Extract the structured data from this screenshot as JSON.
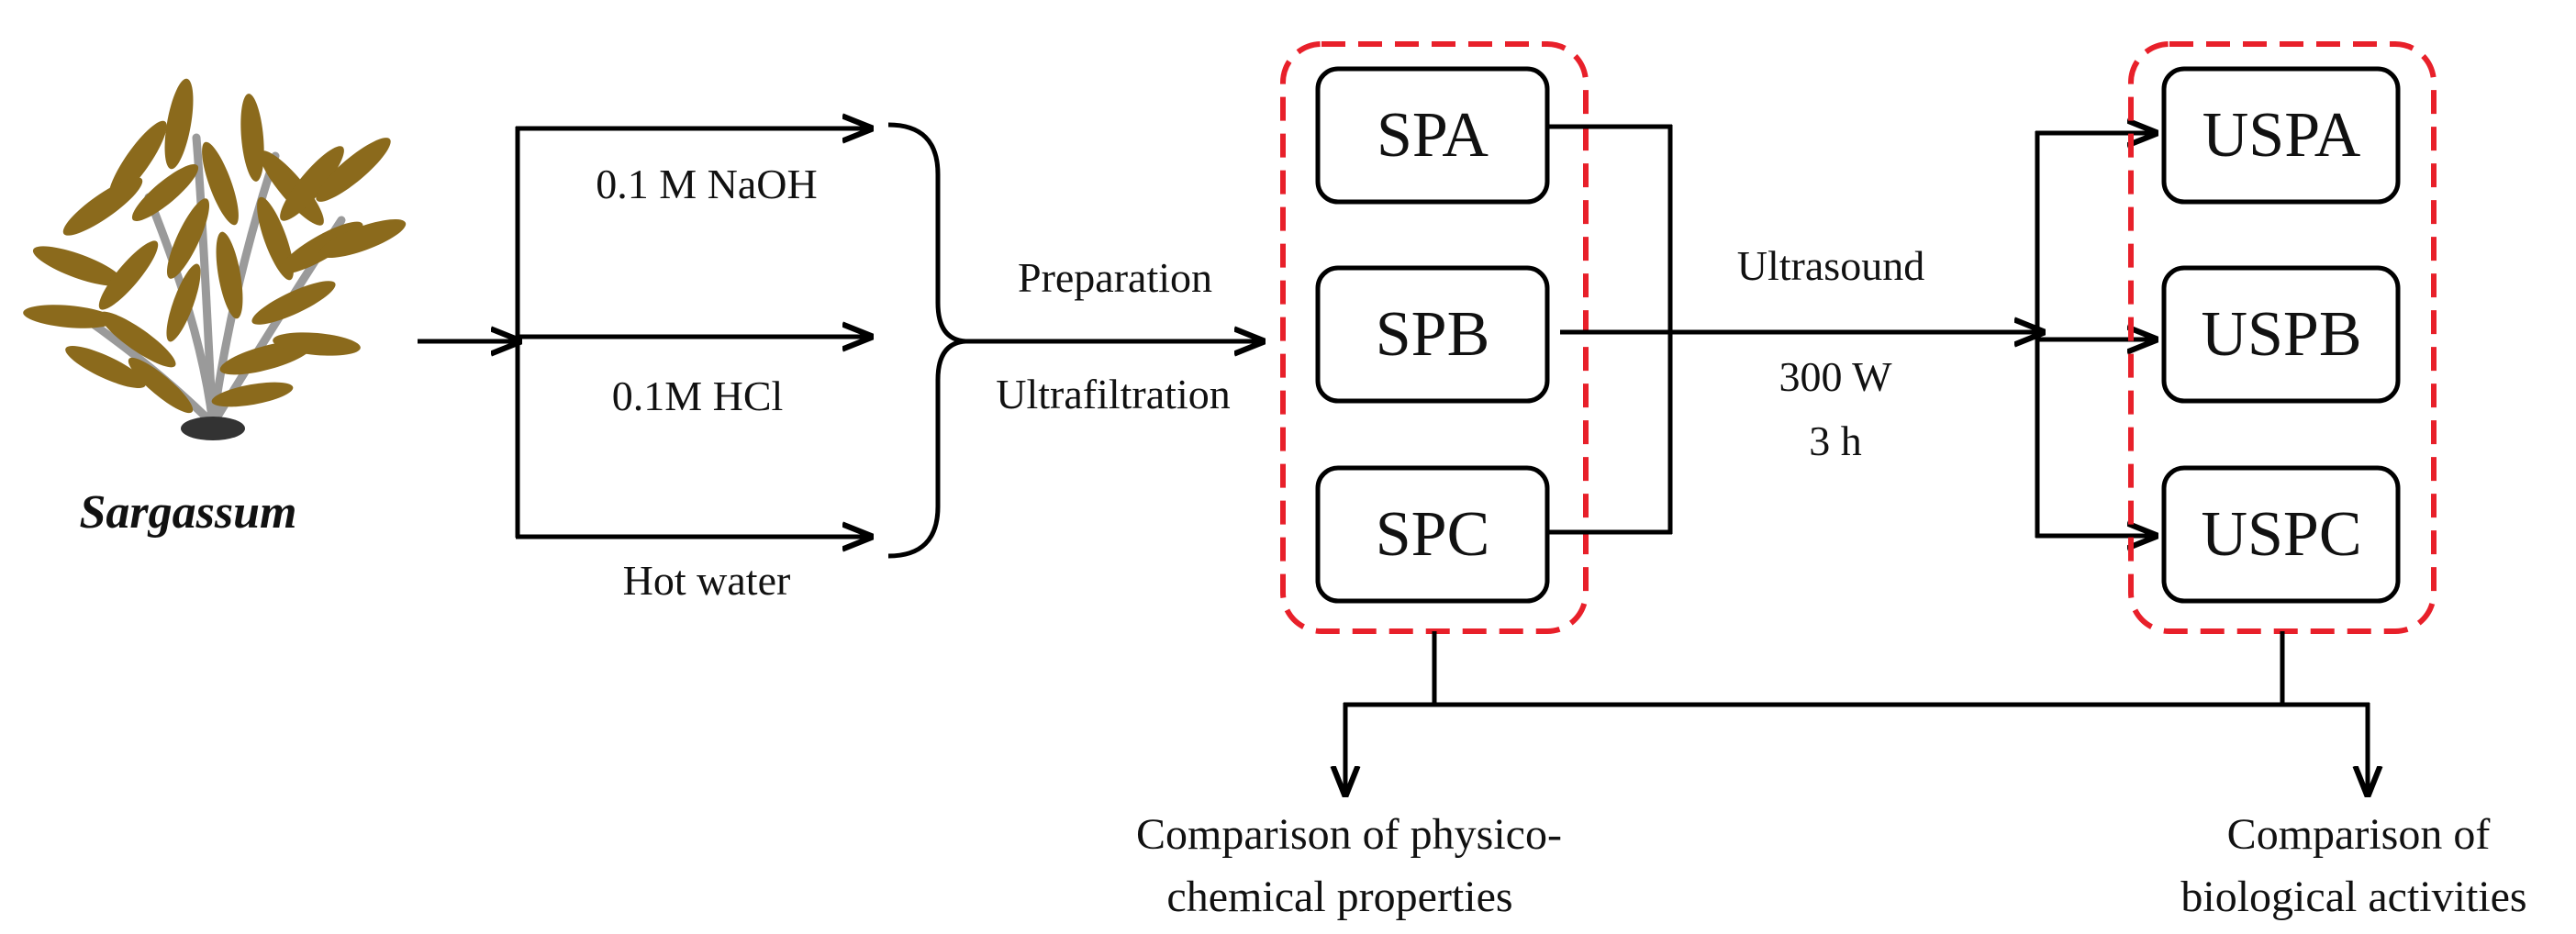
{
  "source": {
    "label": "Sargassum"
  },
  "extraction": {
    "methods": [
      "0.1 M NaOH",
      "0.1M HCl",
      "Hot water"
    ]
  },
  "process1": {
    "line1": "Preparation",
    "line2": "Ultrafiltration"
  },
  "group1": {
    "items": [
      "SPA",
      "SPB",
      "SPC"
    ]
  },
  "process2": {
    "line1": "Ultrasound",
    "line2": "300 W",
    "line3": "3 h"
  },
  "group2": {
    "items": [
      "USPA",
      "USPB",
      "USPC"
    ]
  },
  "outputs": {
    "left": {
      "line1": "Comparison of  physico-",
      "line2": "chemical properties"
    },
    "right": {
      "line1": "Comparison of",
      "line2": "biological activities"
    }
  },
  "colors": {
    "highlight": "#e8202a",
    "seaweed": "#8b6a1c",
    "stem": "#9a9a9a"
  }
}
